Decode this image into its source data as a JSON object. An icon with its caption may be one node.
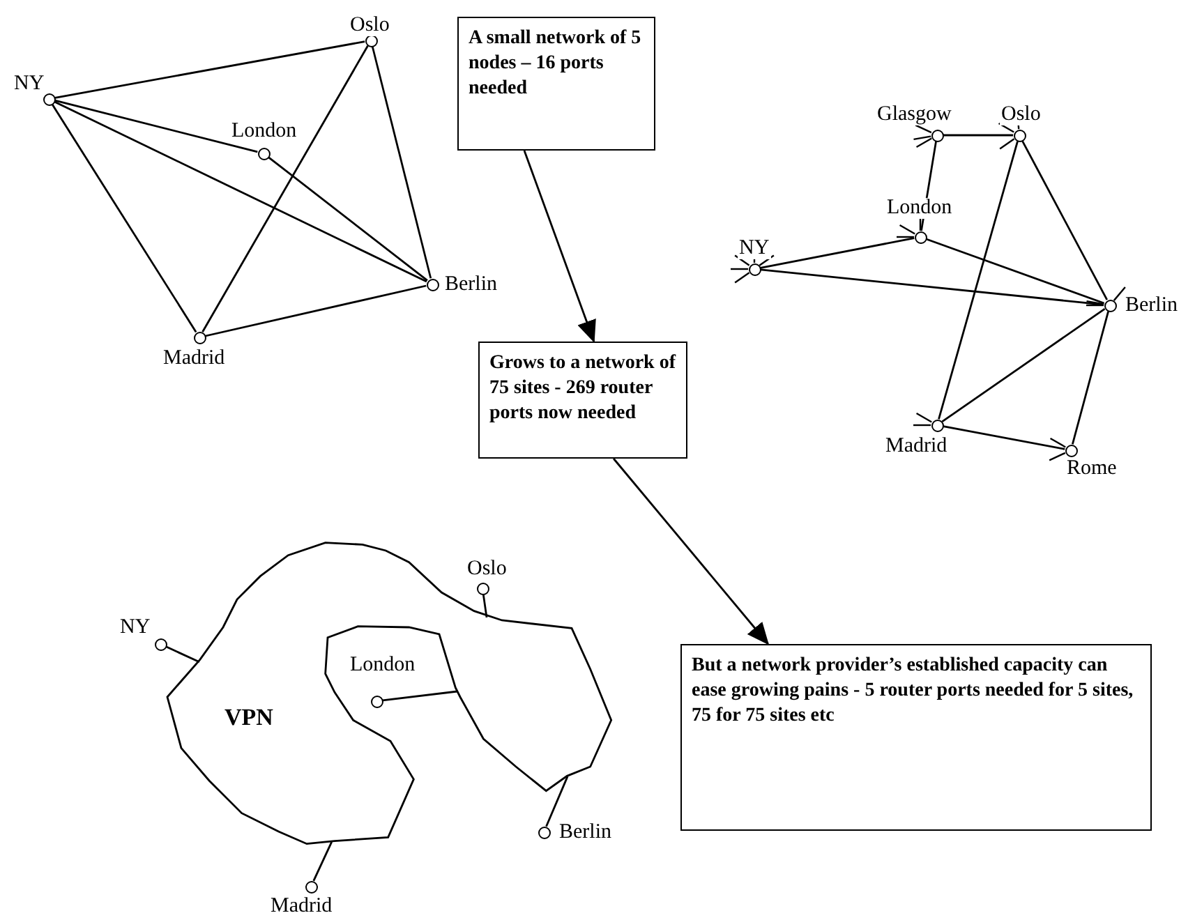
{
  "diagram": {
    "nodes": [
      {
        "text": [],
        "shape": "circle",
        "beside": [
          "Oslo"
        ]
      },
      {
        "text": [],
        "shape": "circle",
        "beside": [
          "NY"
        ]
      },
      {
        "text": [],
        "shape": "circle",
        "beside": [
          "London"
        ]
      },
      {
        "text": [],
        "shape": "circle",
        "beside": [
          "Berlin"
        ]
      },
      {
        "text": [],
        "shape": "circle",
        "beside": [
          "Madrid"
        ]
      },
      {
        "text": [
          "A small network of 5 nodes – 16 ports needed"
        ]
      },
      {
        "text": [],
        "shape": "circle",
        "beside": [
          "Glasgow"
        ]
      },
      {
        "text": [],
        "shape": "circle",
        "beside": [
          "Oslo"
        ]
      },
      {
        "text": [],
        "shape": "circle",
        "beside": [
          "London"
        ]
      },
      {
        "text": [],
        "shape": "circle",
        "beside": [
          "NY"
        ]
      },
      {
        "text": [],
        "shape": "circle",
        "beside": [
          "Berlin"
        ]
      },
      {
        "text": [
          "Grows to a network of 75 sites - 269 router ports now needed"
        ]
      },
      {
        "text": [],
        "shape": "circle",
        "beside": [
          "Madrid"
        ]
      },
      {
        "text": [],
        "shape": "circle",
        "beside": [
          "Rome"
        ]
      },
      {
        "text": [],
        "shape": "circle",
        "beside": [
          "Oslo"
        ]
      },
      {
        "text": [],
        "shape": "circle",
        "beside": [
          "NY"
        ]
      },
      {
        "text": [],
        "shape": "circle"
      },
      {
        "text": [
          "VPN"
        ]
      },
      {
        "text": [
          "But a network provider’s established capacity can ease growing pains - 5 router ports needed for 5 sites, 75 for 75 sites etc"
        ]
      },
      {
        "text": [],
        "shape": "circle",
        "beside": [
          "Berlin"
        ]
      },
      {
        "text": [],
        "shape": "circle",
        "beside": [
          "Madrid"
        ]
      }
    ],
    "edges": [
      {
        "from": 1,
        "to": 0,
        "arrow": "none"
      },
      {
        "from": 1,
        "to": 2,
        "arrow": "none"
      },
      {
        "from": 1,
        "to": 3,
        "arrow": "none"
      },
      {
        "from": 1,
        "to": 4,
        "arrow": "none"
      },
      {
        "from": 2,
        "to": 3,
        "arrow": "none"
      },
      {
        "from": 0,
        "to": 3,
        "arrow": "none"
      },
      {
        "from": 0,
        "to": 4,
        "arrow": "none"
      },
      {
        "from": 4,
        "to": 3,
        "arrow": "none"
      },
      {
        "from": 5,
        "to": 11,
        "arrow": "to"
      },
      {
        "from": 11,
        "to": 18,
        "arrow": "to"
      },
      {
        "from": 6,
        "to": 7,
        "arrow": "none"
      },
      {
        "from": 6,
        "to": 8,
        "arrow": "none"
      },
      {
        "from": 9,
        "to": 8,
        "arrow": "none"
      },
      {
        "from": 9,
        "to": 10,
        "arrow": "none"
      },
      {
        "from": 8,
        "to": 10,
        "arrow": "none"
      },
      {
        "from": 7,
        "to": 10,
        "arrow": "none"
      },
      {
        "from": 7,
        "to": 12,
        "arrow": "none"
      },
      {
        "from": 12,
        "to": 10,
        "arrow": "none"
      },
      {
        "from": 12,
        "to": 13,
        "arrow": "none"
      },
      {
        "from": 13,
        "to": 10,
        "arrow": "none"
      },
      {
        "from": 15,
        "to": 17,
        "arrow": "none"
      },
      {
        "from": 14,
        "to": 17,
        "arrow": "none"
      },
      {
        "from": 16,
        "to": 17,
        "arrow": "none"
      },
      {
        "from": 19,
        "to": 17,
        "arrow": "none"
      },
      {
        "from": 20,
        "to": 17,
        "arrow": "none"
      }
    ],
    "labels": [
      "London"
    ]
  }
}
